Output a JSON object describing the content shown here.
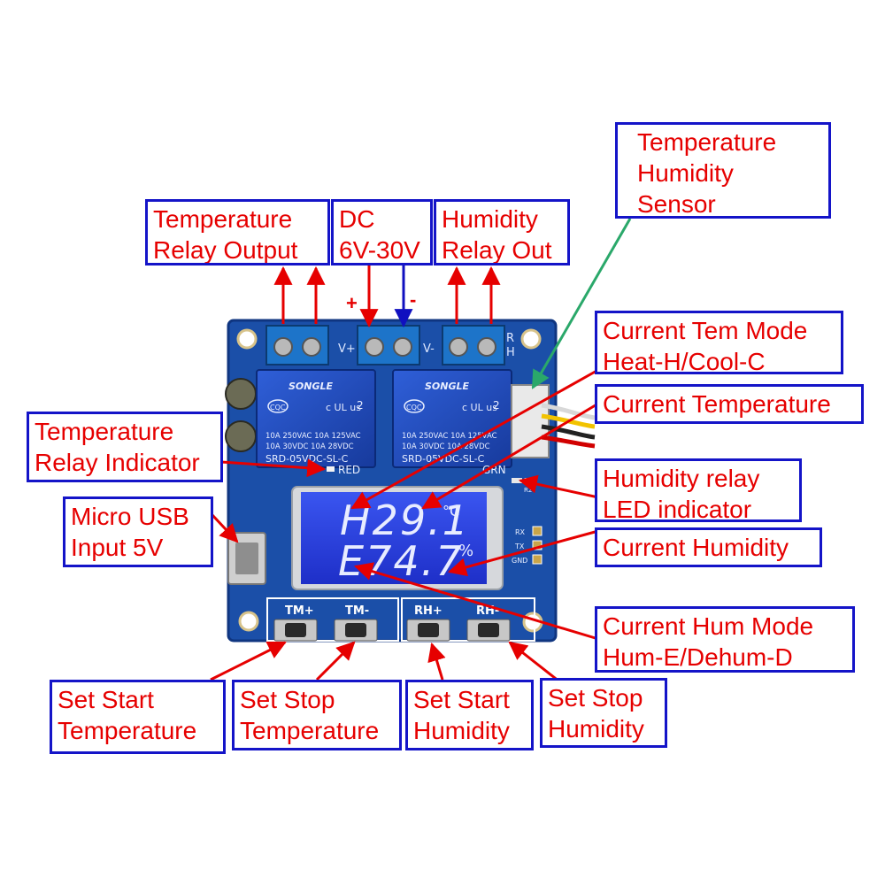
{
  "colors": {
    "arrow_red": "#e60000",
    "arrow_blue": "#1010c0",
    "arrow_green": "#2aa86a",
    "box_border": "#1414c8",
    "label_text": "#e60000",
    "pcb": "#1b4fa8",
    "lcd_background": "#2b3fe0",
    "lcd_digits": "#e8ecff"
  },
  "labels": {
    "temperature_relay_output": "Temperature\nRelay Output",
    "dc_input": "DC\n6V-30V",
    "humidity_relay_out": "Humidity\nRelay Out",
    "temperature_humidity_sensor": "Temperature\nHumidity\nSensor",
    "current_tem_mode": "Current Tem Mode\nHeat-H/Cool-C",
    "current_temperature": "Current Temperature",
    "temperature_relay_indicator": "Temperature\nRelay Indicator",
    "humidity_relay_led": "Humidity relay\nLED indicator",
    "micro_usb": "Micro USB\nInput 5V",
    "current_humidity": "Current Humidity",
    "current_hum_mode": "Current Hum Mode\nHum-E/Dehum-D",
    "set_start_temperature": "Set Start\nTemperature",
    "set_stop_temperature": "Set Stop\nTemperature",
    "set_start_humidity": "Set Start\nHumidity",
    "set_stop_humidity": "Set Stop\nHumidity"
  },
  "signs": {
    "plus": "+",
    "minus": "-"
  },
  "board": {
    "lcd": {
      "temp_reading": "H29.1",
      "temp_unit": "°C",
      "hum_reading": "E74.7",
      "hum_unit": "%"
    },
    "buttons": [
      "TM+",
      "TM-",
      "RH+",
      "RH-"
    ],
    "relay_brand": "SONGLE",
    "relay_model": "SRD-05VDC-SL-C",
    "relay_rating_1": "10A 250VAC  10A 125VAC",
    "relay_rating_2": "10A  30VDC  10A  28VDC",
    "relay_cert": "CQC",
    "relay_certs_us": "c UL us",
    "relay_digit": "2",
    "silk_red": "RED",
    "silk_grn": "GRN",
    "silk_v_plus": "V+",
    "silk_v_minus": "V-",
    "silk_r": "R",
    "silk_h": "H",
    "silk_r1": "R1",
    "silk_r2": "R2",
    "uart_pins": [
      "RX",
      "TX",
      "GND"
    ]
  }
}
